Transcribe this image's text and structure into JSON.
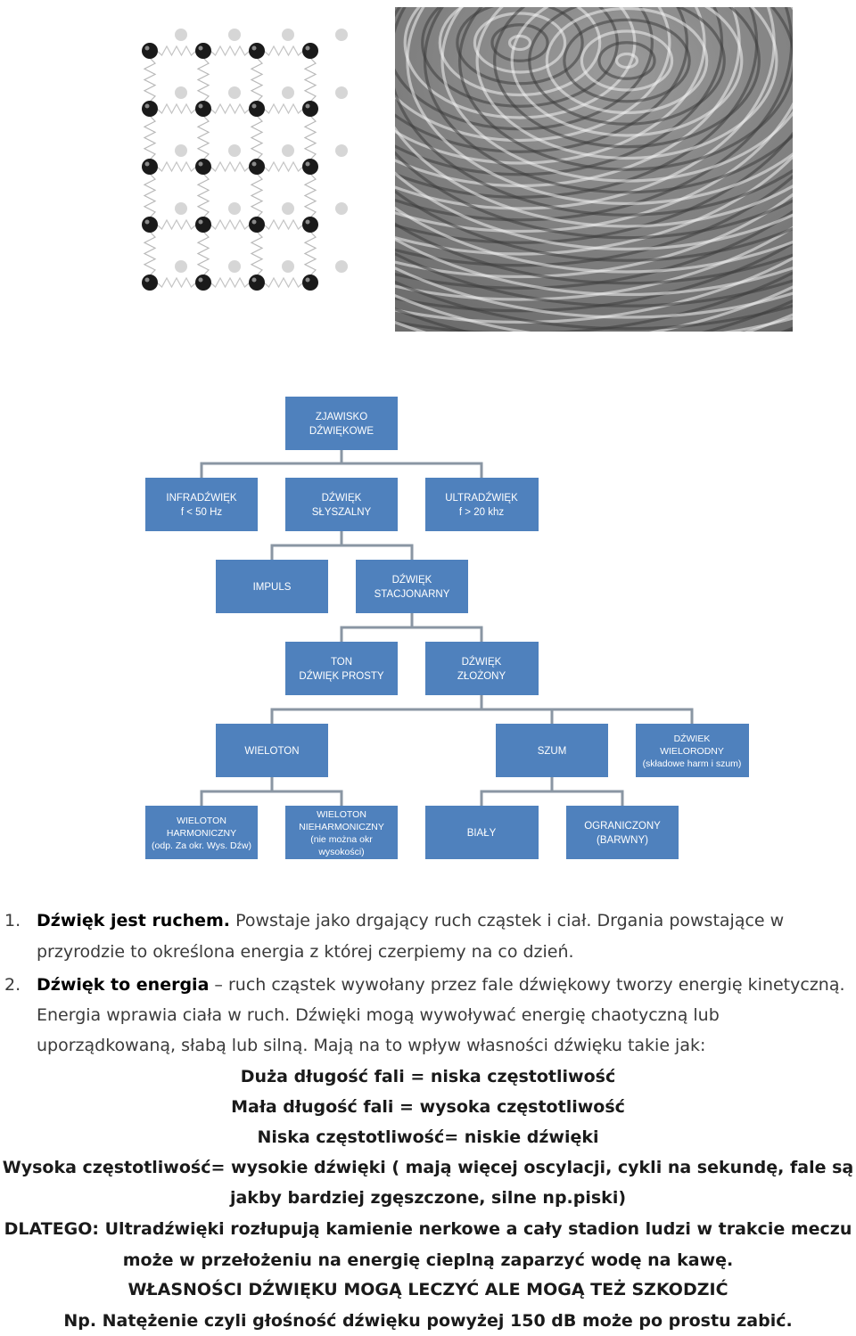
{
  "diagram": {
    "root": "ZJAWISKO\nDŹWIĘKOWE",
    "level1": [
      "INFRADŹWIĘK\nf < 50 Hz",
      "DŹWIĘK\nSŁYSZALNY",
      "ULTRADŹWIĘK\nf > 20 khz"
    ],
    "level2": [
      "IMPULS",
      "DŹWIĘK\nSTACJONARNY"
    ],
    "level3": [
      "TON\nDŹWIĘK PROSTY",
      "DŹWIĘK\nZŁOŻONY"
    ],
    "level4": [
      "WIELOTON",
      "SZUM",
      "DŹWIEK\nWIELORODNY\n(składowe harm i szum)"
    ],
    "level5": [
      "WIELOTON\nHARMONICZNY\n(odp. Za okr. Wys. Dźw)",
      "WIELOTON\nNIEHARMONICZNY\n(nie można okr\nwysokości)",
      "BIAŁY",
      "OGRANICZONY\n(BARWNY)"
    ]
  },
  "text": {
    "item1_num": "1.",
    "item1_bold": "Dźwięk jest ruchem.",
    "item1_rest": " Powstaje jako drgający ruch cząstek i ciał.  Drgania powstające w",
    "item1_line2": "przyrodzie to określona energia z której czerpiemy na co dzień.",
    "item2_num": "2.",
    "item2_bold": "Dźwięk to energia",
    "item2_rest": " – ruch cząstek wywołany przez fale dźwiękowy tworzy energię kinetyczną.",
    "item2_line2": "Energia wprawia ciała w ruch. Dźwięki mogą wywoływać energię chaotyczną lub",
    "item2_line3": "uporządkowaną, słabą lub silną. Mają na to wpływ własności dźwięku takie jak:",
    "c1": "Duża długość fali = niska częstotliwość",
    "c2": "Mała długość fali =  wysoka częstotliwość",
    "c3": "Niska częstotliwość= niskie dźwięki",
    "c4": "Wysoka częstotliwość= wysokie dźwięki ( mają więcej oscylacji, cykli na sekundę, fale są",
    "c5": "jakby bardziej zgęszczone, silne np.piski)",
    "c6": "DLATEGO: Ultradźwięki rozłupują kamienie nerkowe a cały stadion ludzi w trakcie meczu",
    "c7": "może  w przełożeniu na energię cieplną zaparzyć wodę na kawę.",
    "c8": "WŁASNOŚCI DŹWIĘKU MOGĄ LECZYĆ ALE MOGĄ TEŻ SZKODZIĆ",
    "c9": "Np. Natężenie czyli głośność dźwięku powyżej 150 dB może po prostu zabić."
  },
  "colors": {
    "box": "#4f81bd",
    "connector": "#8a96a3"
  }
}
